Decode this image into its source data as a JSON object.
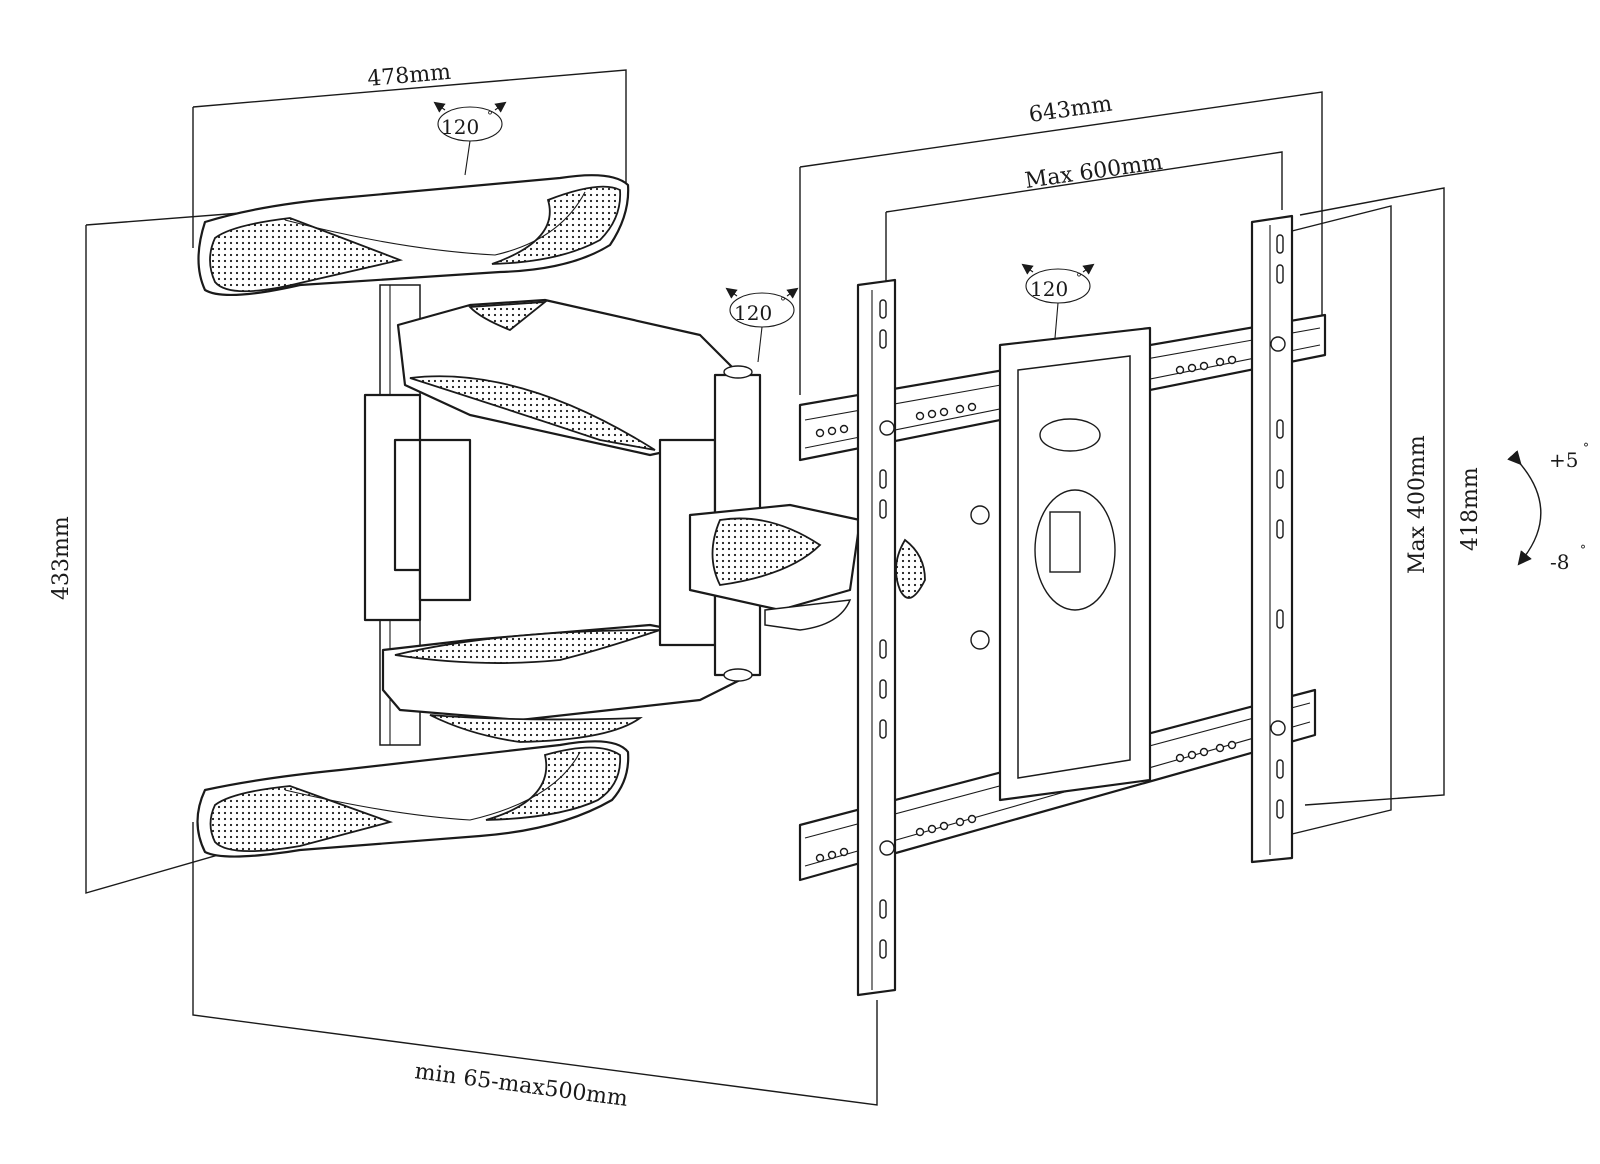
{
  "dimensions": {
    "arm_depth": "478mm",
    "plate_width": "643mm",
    "vesa_max_width": "Max 600mm",
    "wall_height": "433mm",
    "vesa_max_height": "Max 400mm",
    "plate_height": "418mm",
    "extension": "min 65-max500mm"
  },
  "swivel": {
    "wall_plate": "120",
    "arm_joint": "120",
    "tv_bracket": "120",
    "degree_symbol": "°"
  },
  "tilt": {
    "up": "+5",
    "down": "-8",
    "degree_symbol": "°"
  },
  "colors": {
    "stroke": "#1a1a1a",
    "background": "#ffffff"
  }
}
